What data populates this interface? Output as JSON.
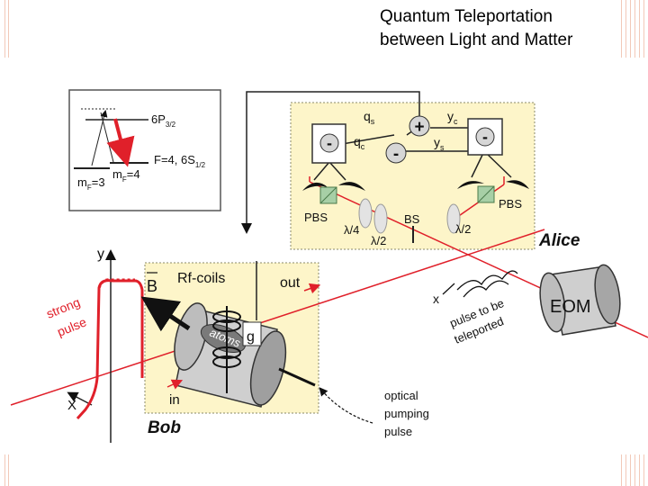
{
  "slide": {
    "title_line1": "Quantum Teleportation",
    "title_line2": "between Light and Matter"
  },
  "colors": {
    "beam": "#e0202a",
    "panel_fill": "#fdf5c9",
    "panel_border": "#8a8a6a",
    "deco_stripe": "#f2c9b8"
  },
  "inset": {
    "level_upper": "6P",
    "level_upper_sub": "3/2",
    "level_lower": "F=4, 6S",
    "level_lower_sub": "1/2",
    "mf3": "m",
    "mf3_sub": "F",
    "mf3_val": "=3",
    "mf4": "m",
    "mf4_sub": "F",
    "mf4_val": "=4"
  },
  "alice": {
    "label": "Alice",
    "qs": "q",
    "qs_sub": "s",
    "qc": "q",
    "qc_sub": "c",
    "yc": "y",
    "yc_sub": "c",
    "ys": "y",
    "ys_sub": "s",
    "plus": "+",
    "minus": "-",
    "pbs_left": "PBS",
    "pbs_right": "PBS",
    "bs": "BS",
    "lambda4": "λ/4",
    "lambda2_left": "λ/2",
    "lambda2_right": "λ/2"
  },
  "bob": {
    "label": "Bob",
    "b_field": "B",
    "rf_coils": "Rf-coils",
    "out": "out",
    "in": "in",
    "atoms": "atoms",
    "g": "g"
  },
  "axes": {
    "y": "y",
    "x_left": "X",
    "x_right": "x"
  },
  "annotations": {
    "strong_pulse_1": "strong",
    "strong_pulse_2": "pulse",
    "teleport_1": "pulse to be",
    "teleport_2": "teleported",
    "pumping_1": "optical",
    "pumping_2": "pumping",
    "pumping_3": "pulse",
    "eom": "EOM"
  }
}
